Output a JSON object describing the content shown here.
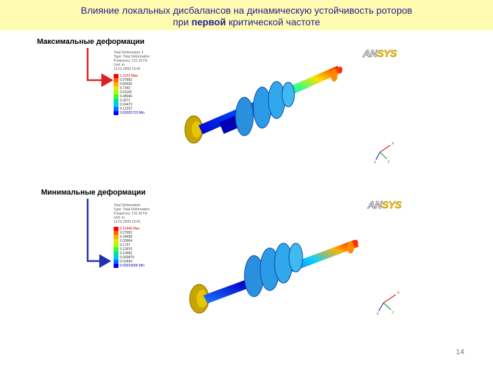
{
  "slide": {
    "title_line1": "Влияние локальных дисбалансов на динамическую устойчивость роторов",
    "title_line2_pre": "при ",
    "title_line2_bold": "первой",
    "title_line2_post": " критической частоте",
    "page_number": "14"
  },
  "panel_max": {
    "label": "Максимальные деформации",
    "legend_header": [
      "Total Deformation 2",
      "Type: Total Deformation",
      "Frequency: 131.19 Hz",
      "Unit: m",
      "13.01.2009 15:42"
    ],
    "max_value": "1.1013 Max",
    "values": [
      "1.1013",
      "0.97892",
      "0.85656",
      "0.7342",
      "0.61183",
      "0.48946",
      "0.3671",
      "0.24473",
      "0.12237"
    ],
    "min_value": "0.00025723 Min"
  },
  "panel_min": {
    "label": "Минимальные деформации",
    "legend_header": [
      "Total Deformation",
      "Type: Total Deformation",
      "Frequency: 131.43 Hz",
      "Unit: m",
      "13.01.2009 15:41"
    ],
    "max_value": "0.31446 Max",
    "values": [
      "0.31446",
      "0.27952",
      "0.24458",
      "0.20964",
      "0.1747",
      "0.13976",
      "0.10482",
      "0.069879",
      "0.03494"
    ],
    "min_value": "0.00023696 Min"
  },
  "logo": {
    "an": "AN",
    "sys": "SYS"
  },
  "triad": {
    "x": "X",
    "y": "Y",
    "z": "Z"
  },
  "colors": {
    "title_band": "#fffbb0",
    "title_text": "#1f1f8f",
    "arrow_max": "#e02020",
    "arrow_min": "#2030b0",
    "scale": [
      "#ff0000",
      "#ff6a00",
      "#ffb000",
      "#e8e800",
      "#a0ff00",
      "#30ff30",
      "#00e0a0",
      "#00c8ff",
      "#0070ff",
      "#0000ff"
    ]
  }
}
